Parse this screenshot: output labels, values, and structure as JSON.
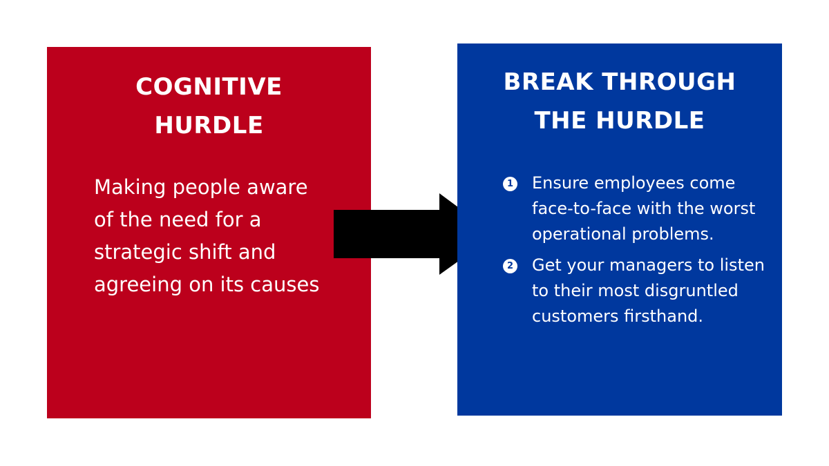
{
  "left_box": {
    "title_line1": "COGNITIVE",
    "title_line2": "HURDLE",
    "body": "Making people aware of the need for a strategic shift and agreeing on its causes",
    "color": "#bc001c"
  },
  "right_box": {
    "title_line1": "BREAK THROUGH",
    "title_line2": "THE HURDLE",
    "color": "#00389e",
    "items": [
      {
        "number": "1",
        "text": "Ensure employees come face-to-face with the worst operational problems."
      },
      {
        "number": "2",
        "text": "Get your managers to listen to their most disgruntled customers firsthand."
      }
    ]
  },
  "arrow": {
    "icon": "right-arrow-icon",
    "color": "#000000"
  }
}
